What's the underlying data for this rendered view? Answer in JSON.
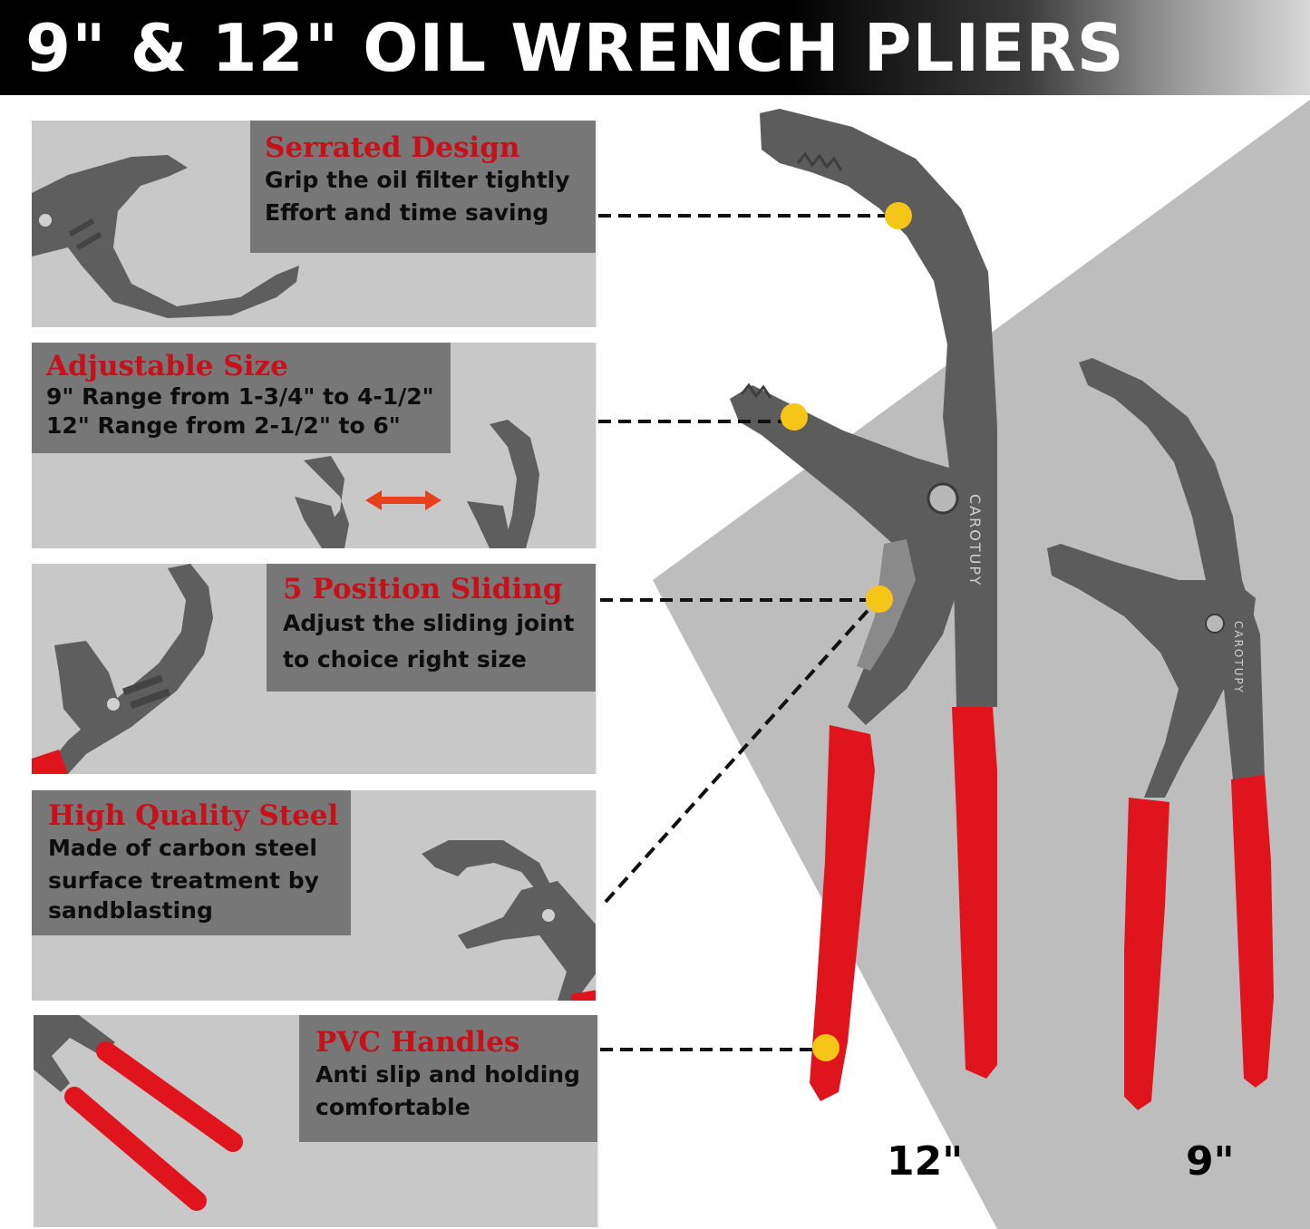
{
  "header": {
    "title": "9\" & 12\" OIL WRENCH PLIERS"
  },
  "features": [
    {
      "title": "Serrated Design",
      "lines": [
        "Grip the oil filter tightly",
        "Effort and time saving"
      ]
    },
    {
      "title": "Adjustable Size",
      "lines": [
        "9\" Range from 1-3/4\" to 4-1/2\"",
        "12\" Range from 2-1/2\" to 6\""
      ]
    },
    {
      "title": "5 Position Sliding",
      "lines": [
        "Adjust the sliding joint",
        "to choice right size"
      ]
    },
    {
      "title": "High Quality Steel",
      "lines": [
        "Made of carbon steel",
        "surface treatment by",
        "sandblasting"
      ]
    },
    {
      "title": "PVC Handles",
      "lines": [
        "Anti slip and holding",
        "comfortable"
      ]
    }
  ],
  "brand": "CAROTUPY",
  "sizes": {
    "large": "12\"",
    "small": "9\""
  },
  "colors": {
    "handle_red": "#e0141c",
    "steel": "#5e5e5e",
    "marker": "#f5c518",
    "title_red": "#c8101a"
  }
}
